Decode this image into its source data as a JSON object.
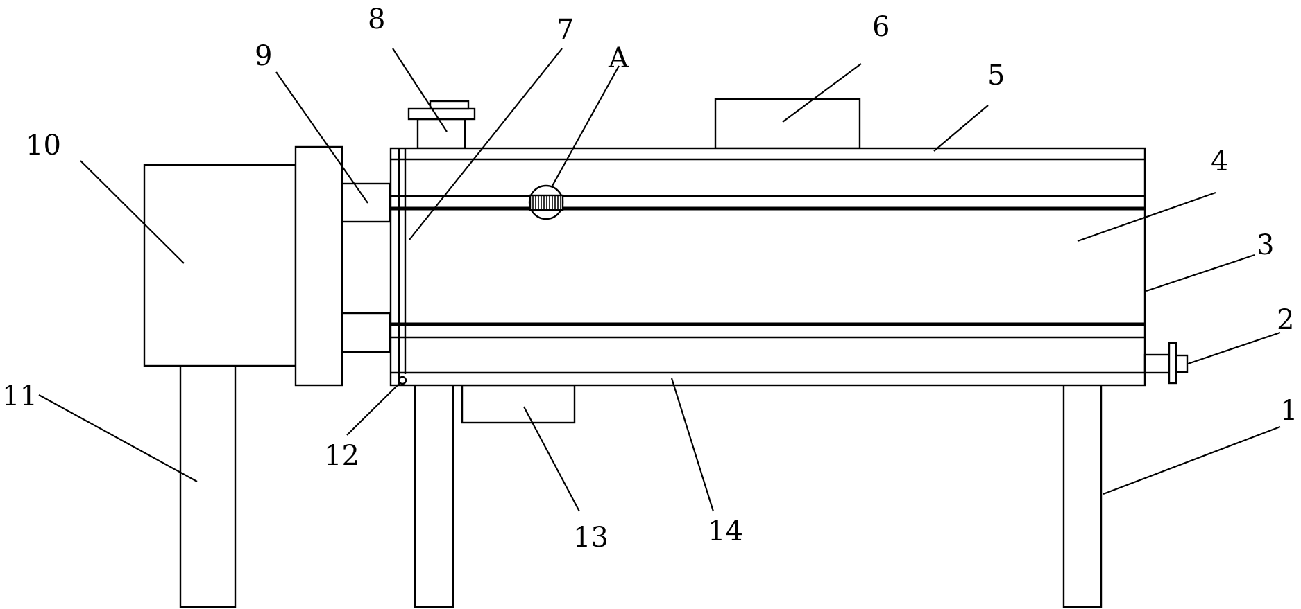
{
  "labels": {
    "part_1": "1",
    "part_2": "2",
    "part_3": "3",
    "part_4": "4",
    "part_5": "5",
    "part_6": "6",
    "part_7": "7",
    "part_8": "8",
    "part_9": "9",
    "part_10": "10",
    "part_11": "11",
    "part_12": "12",
    "part_13": "13",
    "part_14": "14",
    "detail_a": "A"
  }
}
